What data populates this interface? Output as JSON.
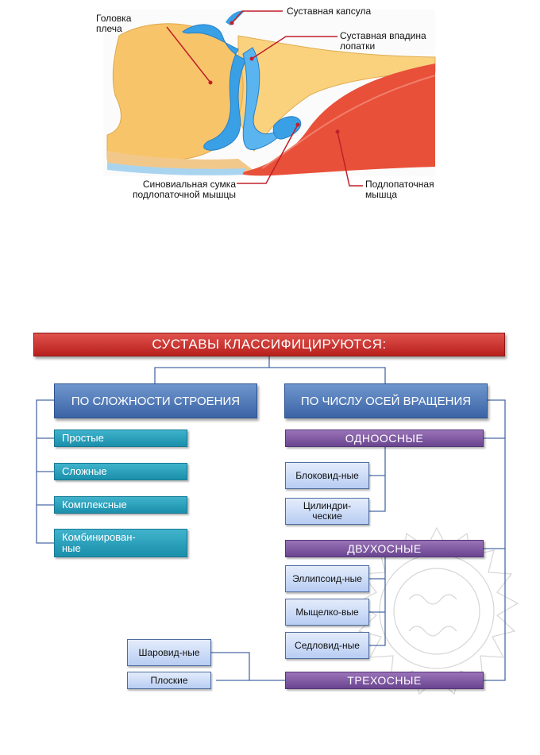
{
  "anatomy": {
    "labels": {
      "head_of_humerus": "Головка\nплеча",
      "joint_capsule": "Суставная капсула",
      "glenoid_cavity": "Суставная впадина\nлопатки",
      "synovial_bursa": "Синовиальная сумка\nподлопаточной мышцы",
      "subscapularis": "Подлопаточная\nмышца"
    }
  },
  "classification": {
    "title": "СУСТАВЫ  КЛАССИФИЦИРУЮТСЯ:",
    "by_structure": {
      "header": "ПО СЛОЖНОСТИ СТРОЕНИЯ",
      "items": [
        "Простые",
        "Сложные",
        "Комплексные",
        "Комбинирован-ные"
      ]
    },
    "by_axes": {
      "header": "ПО ЧИСЛУ  ОСЕЙ ВРАЩЕНИЯ",
      "uniaxial": {
        "label": "ОДНООСНЫЕ",
        "items": [
          "Блоковид-ные",
          "Цилиндри-ческие"
        ]
      },
      "biaxial": {
        "label": "ДВУХОСНЫЕ",
        "items": [
          "Эллипсоид-ные",
          "Мыщелко-вые",
          "Седловид-ные"
        ]
      },
      "triaxial": {
        "label": "ТРЕХОСНЫЕ",
        "items": [
          "Шаровид-ные",
          "Плоские"
        ]
      }
    }
  },
  "colors": {
    "title": "#c0241f",
    "category": "#4a73b4",
    "structure_item": "#2aa0bb",
    "axes_group": "#7a55a0",
    "sub_item": "#c9d9f5",
    "bone": "#f7c46a",
    "cartilage": "#4da6e6",
    "muscle": "#e8503a"
  }
}
